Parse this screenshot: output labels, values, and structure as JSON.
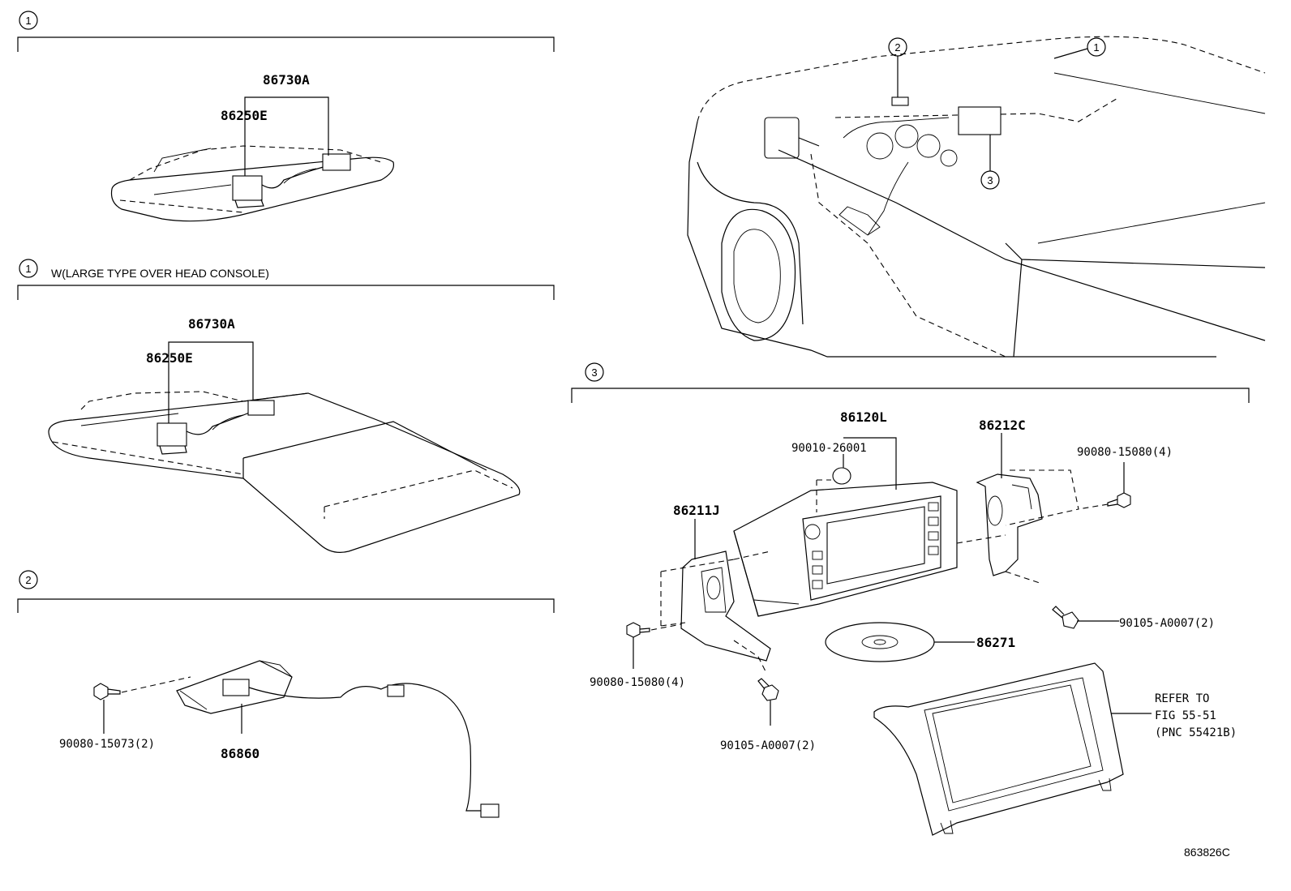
{
  "section_markers": {
    "s1a": "1",
    "s1b": "1",
    "s2": "2",
    "s3": "3",
    "vehicle_1": "1",
    "vehicle_2": "2",
    "vehicle_3": "3"
  },
  "section_notes": {
    "s1b": "W(LARGE TYPE OVER HEAD CONSOLE)"
  },
  "section1a": {
    "assembly": "86730A",
    "part": "86250E"
  },
  "section1b": {
    "assembly": "86730A",
    "part": "86250E"
  },
  "section2": {
    "bolt": "90080-15073(2)",
    "part": "86860"
  },
  "section3": {
    "unit": "86120L",
    "cap": "90010-26001",
    "bracket_right": "86212C",
    "bolt_right": "90080-15080(4)",
    "bracket_left": "86211J",
    "screw_right": "90105-A0007(2)",
    "disc": "86271",
    "bolt_left": "90080-15080(4)",
    "screw_left": "90105-A0007(2)",
    "refer_line1": "REFER TO",
    "refer_line2": "FIG 55-51",
    "refer_line3": "(PNC 55421B)"
  },
  "figure_id": "863826C"
}
